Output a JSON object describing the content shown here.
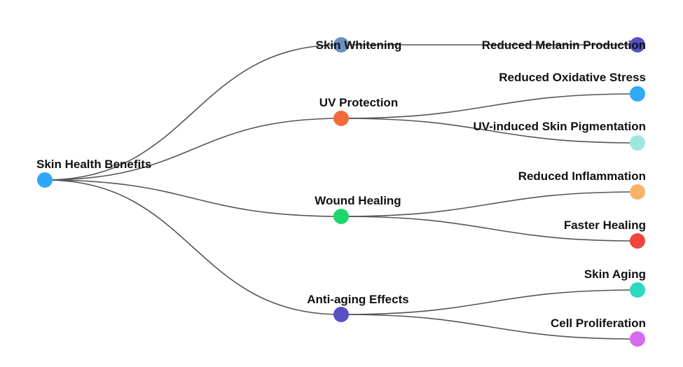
{
  "tree": {
    "root": {
      "label": "Skin Health Benefits",
      "color": "#2EA8F7"
    },
    "branches": [
      {
        "label": "Skin Whitening",
        "color": "#6C8FBF",
        "children": [
          {
            "label": "Reduced Melanin Production",
            "color": "#5650C4"
          }
        ]
      },
      {
        "label": "UV Protection",
        "color": "#F26B3A",
        "children": [
          {
            "label": "Reduced Oxidative Stress",
            "color": "#2EA8F7"
          },
          {
            "label": "UV-induced Skin Pigmentation",
            "color": "#9DE8DE"
          }
        ]
      },
      {
        "label": "Wound Healing",
        "color": "#1FD66E",
        "children": [
          {
            "label": "Reduced Inflammation",
            "color": "#F7B26A"
          },
          {
            "label": "Faster Healing",
            "color": "#F2453D"
          }
        ]
      },
      {
        "label": "Anti-aging Effects",
        "color": "#5650C4",
        "children": [
          {
            "label": "Skin Aging",
            "color": "#2ED9C3"
          },
          {
            "label": "Cell Proliferation",
            "color": "#D46BF0"
          }
        ]
      }
    ]
  }
}
